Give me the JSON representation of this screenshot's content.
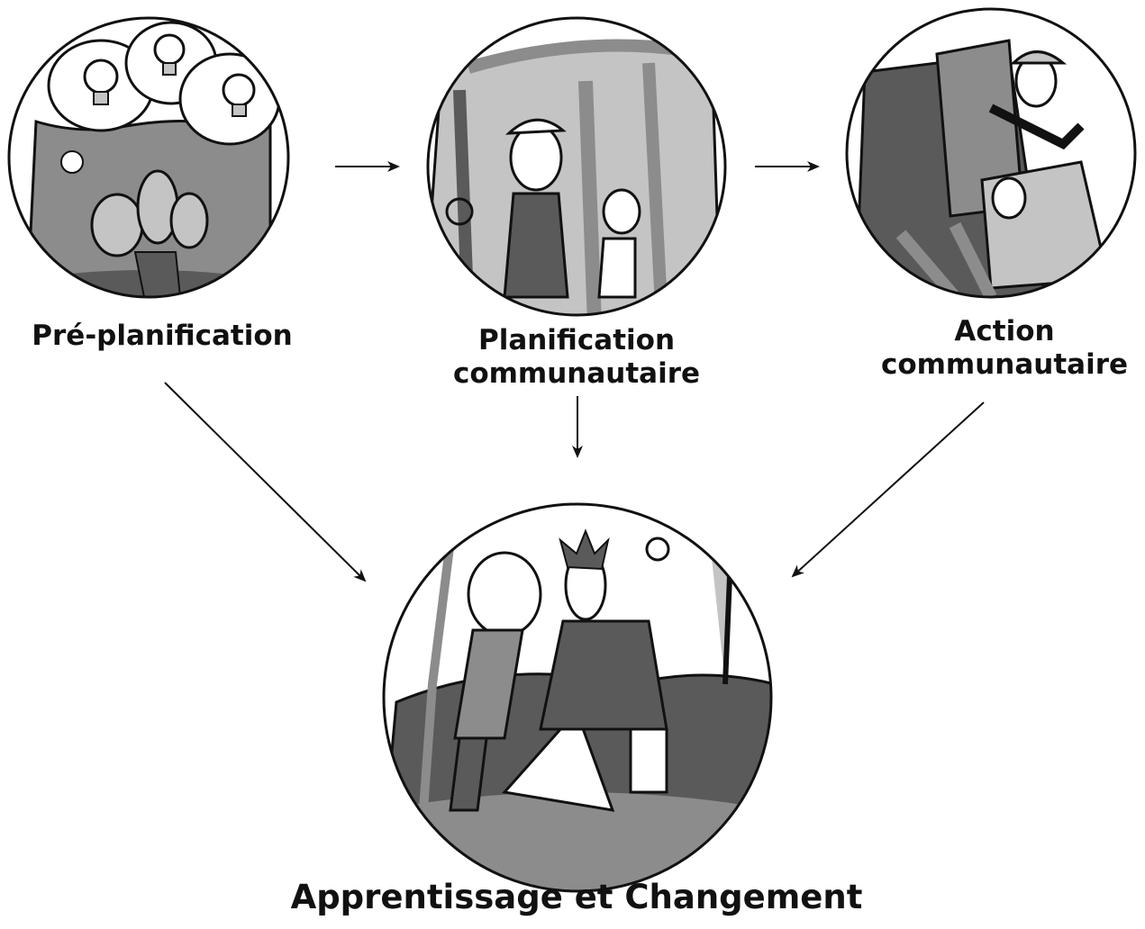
{
  "stages": {
    "pre_planning": {
      "label": "Pré-planification",
      "illustration": "idea-bulbs-group-illustration"
    },
    "community_planning": {
      "label_line1": "Planification",
      "label_line2": "communautaire",
      "illustration": "workers-building-frame-illustration"
    },
    "community_action": {
      "label_line1": "Action",
      "label_line2": "communautaire",
      "illustration": "people-climbing-structure-illustration"
    },
    "learning_change": {
      "label": "Apprentissage et Changement",
      "illustration": "couple-in-field-illustration"
    }
  },
  "colors": {
    "outline": "#111111",
    "fill_dark": "#5a5a5a",
    "fill_mid": "#8c8c8c",
    "fill_light": "#c4c4c4",
    "background": "#ffffff"
  }
}
